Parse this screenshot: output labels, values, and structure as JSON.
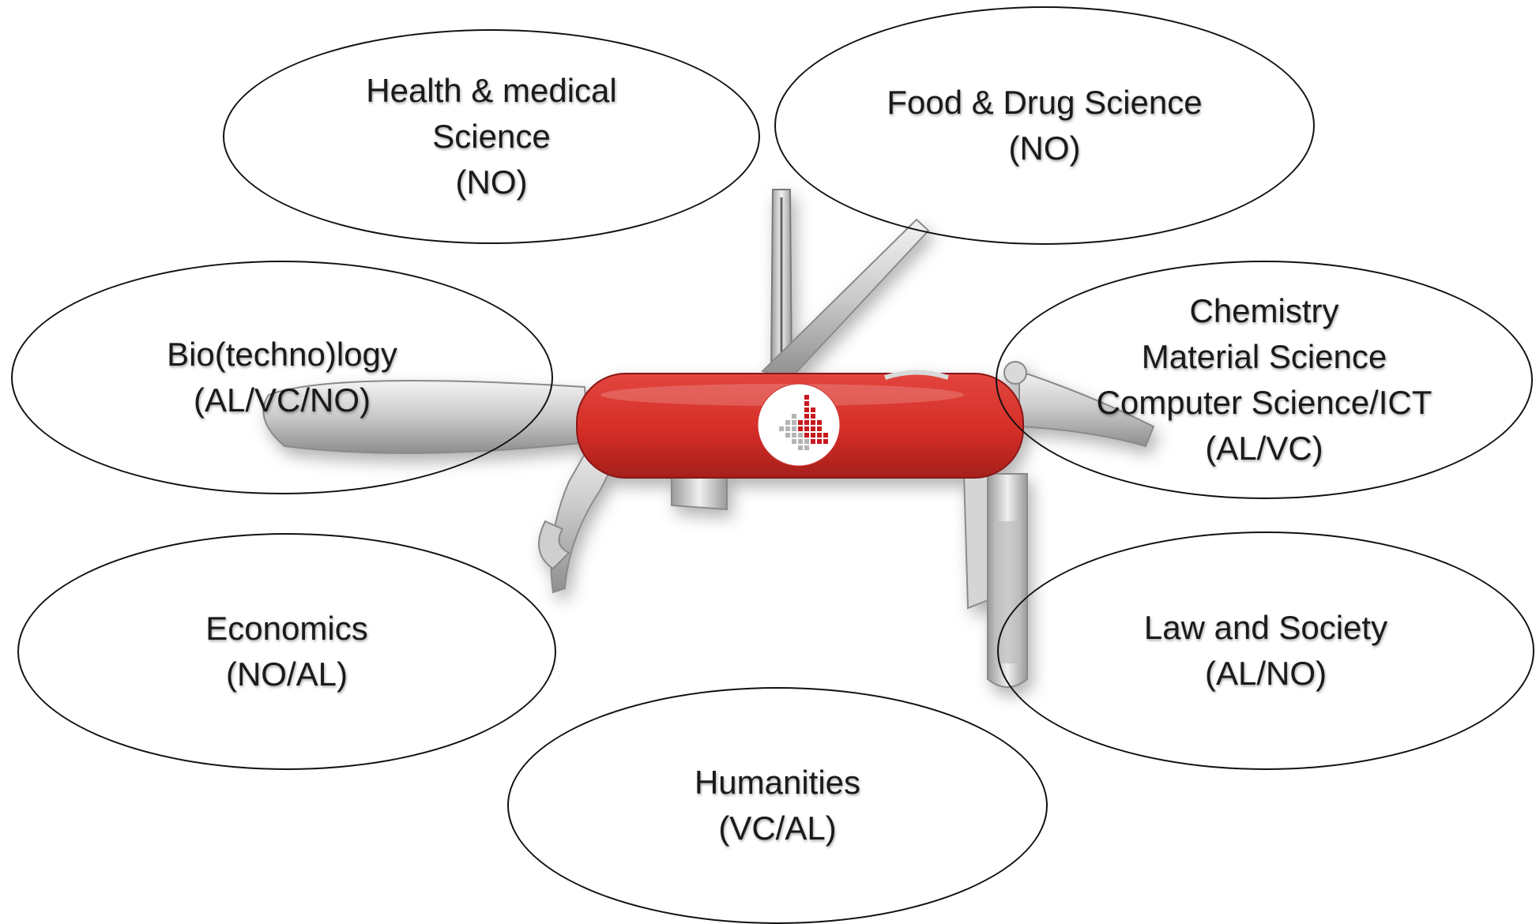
{
  "fields": [
    {
      "id": "health",
      "lines": [
        "Health & medical",
        "Science",
        "(NO)"
      ]
    },
    {
      "id": "food",
      "lines": [
        "Food & Drug Science",
        "(NO)"
      ]
    },
    {
      "id": "bio",
      "lines": [
        "Bio(techno)logy",
        "(AL/VC/NO)"
      ]
    },
    {
      "id": "chem",
      "lines": [
        "Chemistry",
        "Material Science",
        "Computer Science/ICT",
        "(AL/VC)"
      ]
    },
    {
      "id": "econ",
      "lines": [
        "Economics",
        "(NO/AL)"
      ]
    },
    {
      "id": "law",
      "lines": [
        "Law and Society",
        "(AL/NO)"
      ]
    },
    {
      "id": "hum",
      "lines": [
        "Humanities",
        "(VC/AL)"
      ]
    }
  ],
  "colors": {
    "knife_red": "#d8302a",
    "knife_red_dark": "#a51f1b",
    "steel_light": "#e6e6e6",
    "steel_dark": "#8c8c8c",
    "logo_red": "#c8181e",
    "logo_grey": "#b4b4b4",
    "outline": "#111111"
  },
  "icons": [
    "swiss-army-knife-icon",
    "logo-icon"
  ]
}
